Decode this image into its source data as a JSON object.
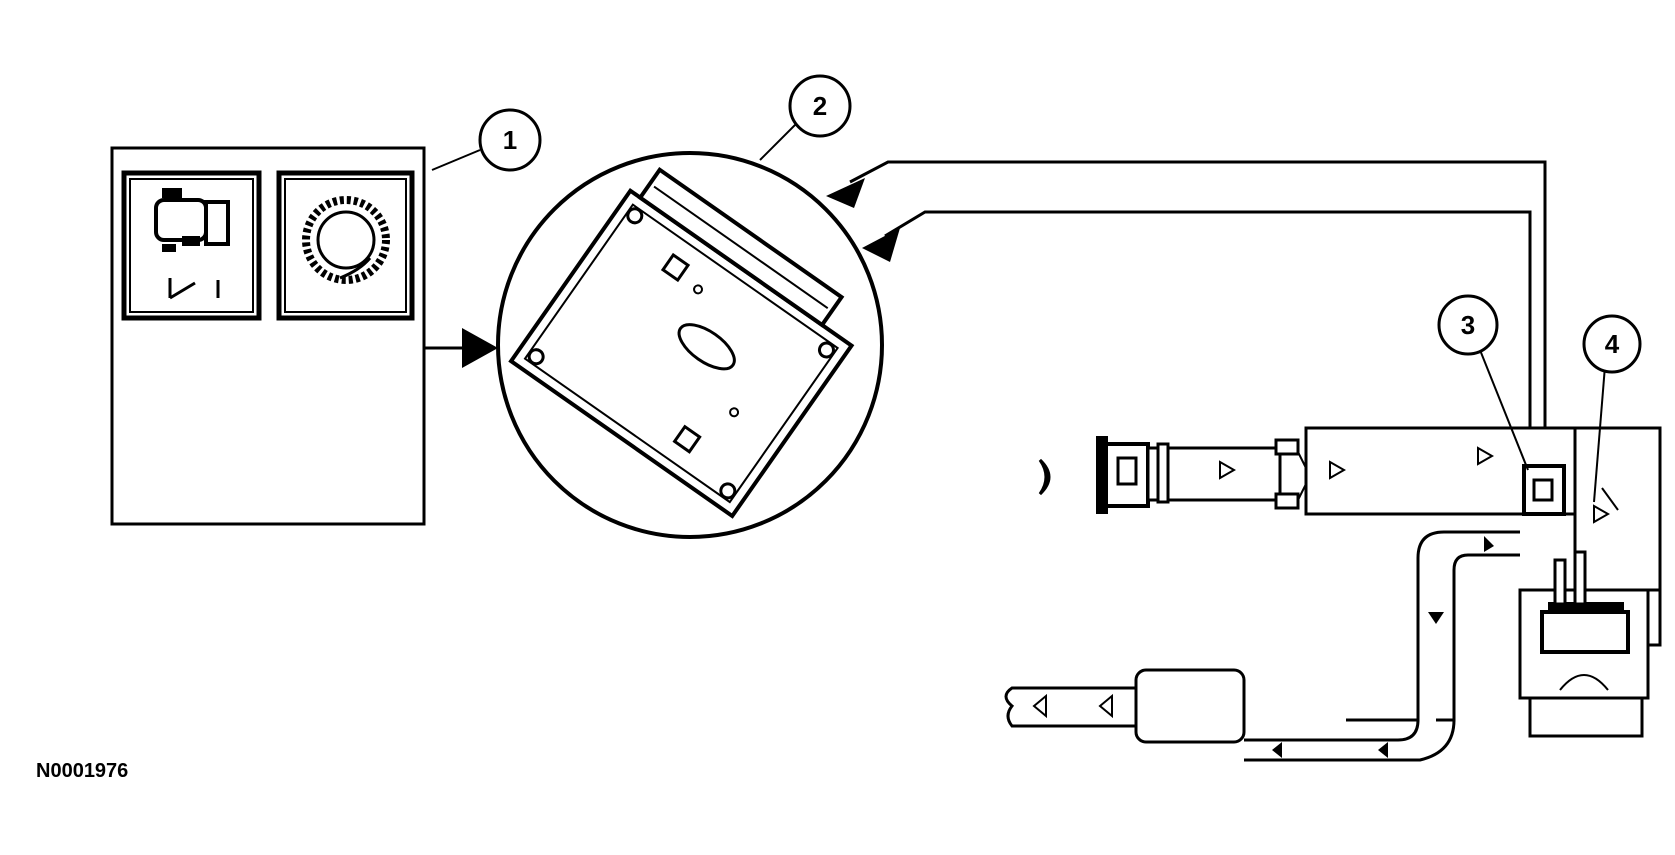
{
  "callouts": [
    {
      "id": "1",
      "label": "1"
    },
    {
      "id": "2",
      "label": "2"
    },
    {
      "id": "3",
      "label": "3"
    },
    {
      "id": "4",
      "label": "4"
    }
  ],
  "figure_id": "N0001976"
}
